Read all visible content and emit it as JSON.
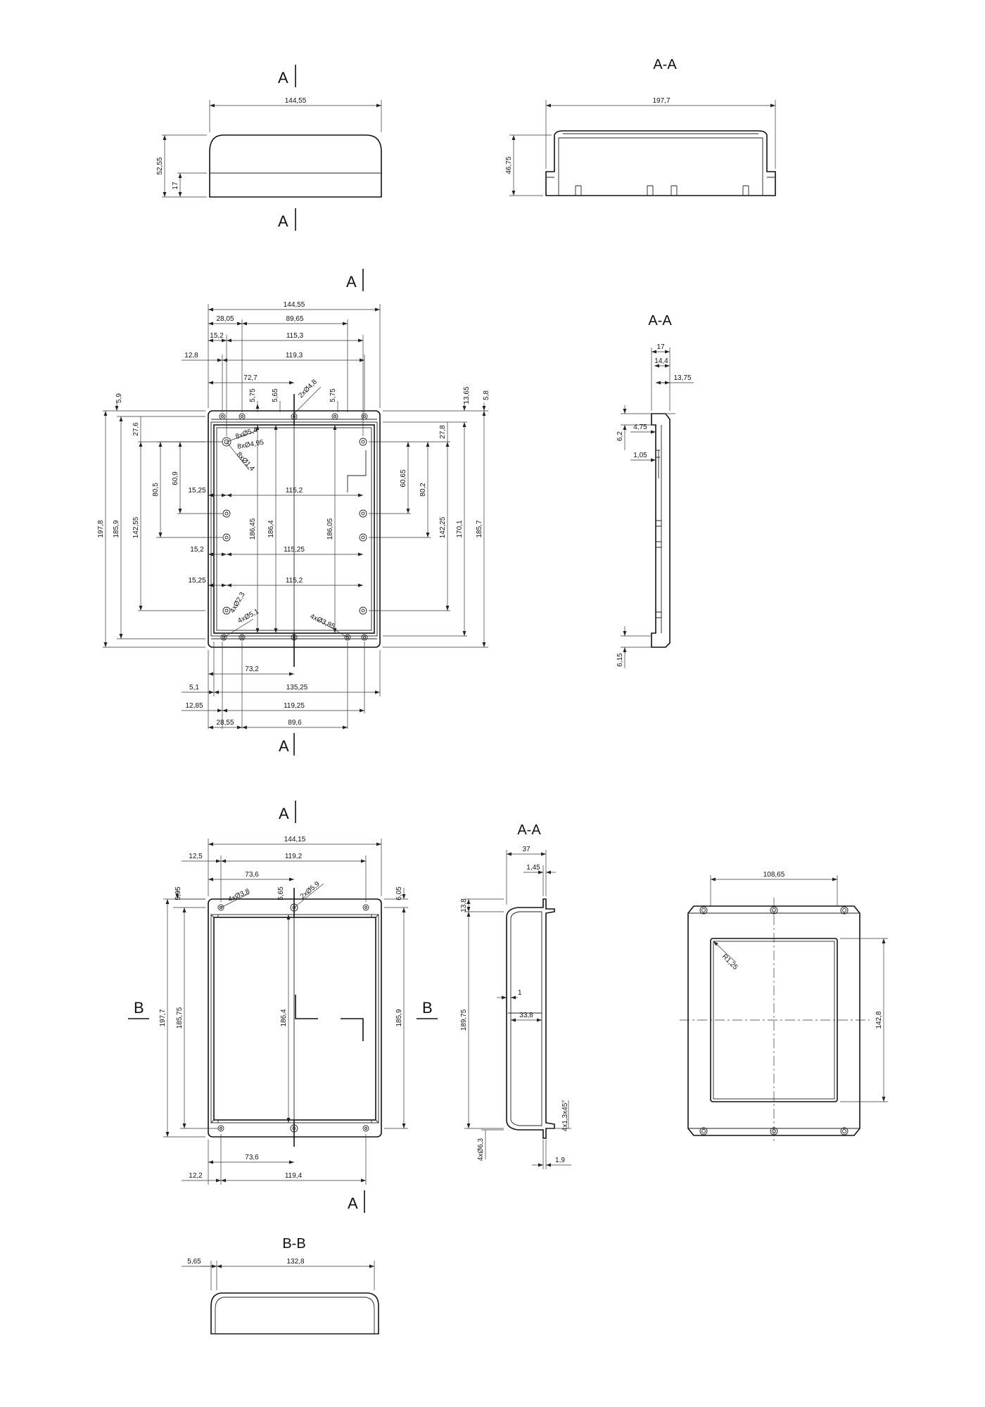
{
  "labels": {
    "section_mark_a": "A",
    "section_mark_b": "B",
    "section_aa": "A-A",
    "section_bb": "B-B"
  },
  "view_front_top": {
    "width": "144,55",
    "height_total": "52,55",
    "height_base": "17"
  },
  "view_section_aa_top": {
    "width": "197,7",
    "height": "46,75"
  },
  "view_lid_plan": {
    "width_total": "144,55",
    "top_28_05": "28,05",
    "top_89_65": "89,65",
    "top_15_2": "15,2",
    "top_115_3": "115,3",
    "top_12_8": "12,8",
    "top_119_3": "119,3",
    "top_72_7": "72,7",
    "top_5_75a": "5,75",
    "top_5_65": "5,65",
    "top_hole_2x": "2xØ4,8",
    "top_5_75b": "5,75",
    "left_5_9": "5,9",
    "left_27_6": "27,6",
    "left_197_8": "197,8",
    "left_185_9": "185,9",
    "left_142_55": "142,55",
    "left_80_5": "80,5",
    "left_60_9": "60,9",
    "right_13_65": "13,65",
    "right_5_8": "5,8",
    "right_27_8": "27,8",
    "right_60_65": "60,65",
    "right_80_2": "80,2",
    "right_142_25": "142,25",
    "right_170_1": "170,1",
    "right_185_7": "185,7",
    "holes_8x_5_4": "8xØ5,4",
    "holes_8x_4_95": "8xØ4,95",
    "holes_8x_1_4": "8xØ1,4",
    "mid_15_25a": "15,25",
    "mid_115_2a": "115,2",
    "mid_186_45": "186,45",
    "mid_186_4": "186,4",
    "mid_186_05": "186,05",
    "mid_15_2": "15,2",
    "mid_115_25": "115,25",
    "mid_15_25b": "15,25",
    "mid_115_2b": "115,2",
    "holes_4x_2_3": "4xØ2,3",
    "holes_4x_5_1": "4xØ5,1",
    "holes_4x_3_85": "4xØ3,85",
    "bottom_73_2": "73,2",
    "bottom_5_1": "5,1",
    "bottom_135_25": "135,25",
    "bottom_12_85": "12,85",
    "bottom_119_25": "119,25",
    "bottom_28_55": "28,55",
    "bottom_89_6": "89,6"
  },
  "view_lid_section": {
    "d17": "17",
    "d14_4": "14,4",
    "d13_75": "13,75",
    "d6_2": "6,2",
    "d4_75": "4,75",
    "d1_05": "1,05",
    "d6_15": "6,15"
  },
  "view_base_plan": {
    "width": "144,15",
    "top_12_5": "12,5",
    "top_119_2": "119,2",
    "top_73_6": "73,6",
    "top_5_95": "5,95",
    "top_5_65": "5,65",
    "top_6_05": "6,05",
    "holes_4x_3_8": "4xØ3,8",
    "holes_2x_5_9": "2xØ5,9",
    "left_197_7": "197,7",
    "left_185_75": "185,75",
    "mid_186_4": "186,4",
    "right_185_9": "185,9",
    "bottom_73_6": "73,6",
    "bottom_12_2": "12,2",
    "bottom_119_4": "119,4"
  },
  "view_base_section": {
    "d37": "37",
    "d1_45": "1,45",
    "d13_8": "13,8",
    "d1": "1",
    "d33_8": "33,8",
    "d189_75": "189,75",
    "chamfer": "4x1,3x45°",
    "holes_4x_6_3": "4xØ6,3",
    "d1_9": "1,9"
  },
  "view_base_bottom": {
    "width": "108,65",
    "radius": "R1,25",
    "height": "142,8"
  },
  "view_section_bb": {
    "d5_65": "5,65",
    "d132_8": "132,8"
  }
}
